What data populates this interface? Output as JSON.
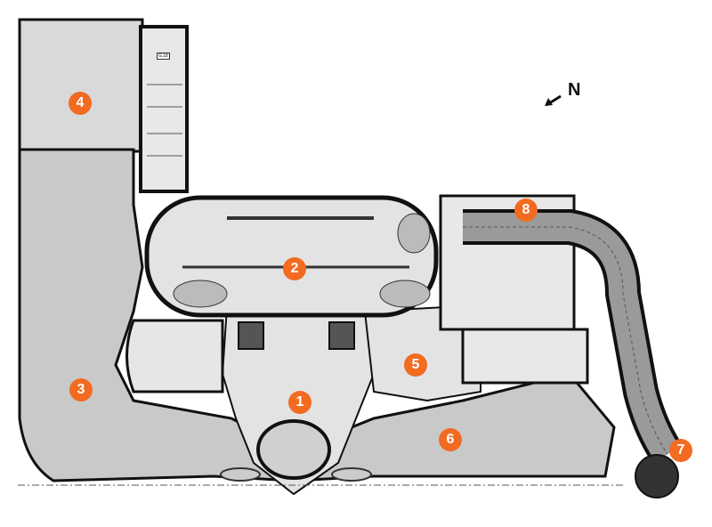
{
  "plan": {
    "north_label": "N",
    "room_tag": "G.18",
    "accent_color": "#f26b21",
    "markers": [
      {
        "label": "1"
      },
      {
        "label": "2"
      },
      {
        "label": "3"
      },
      {
        "label": "4"
      },
      {
        "label": "5"
      },
      {
        "label": "6"
      },
      {
        "label": "7"
      },
      {
        "label": "8"
      }
    ]
  }
}
